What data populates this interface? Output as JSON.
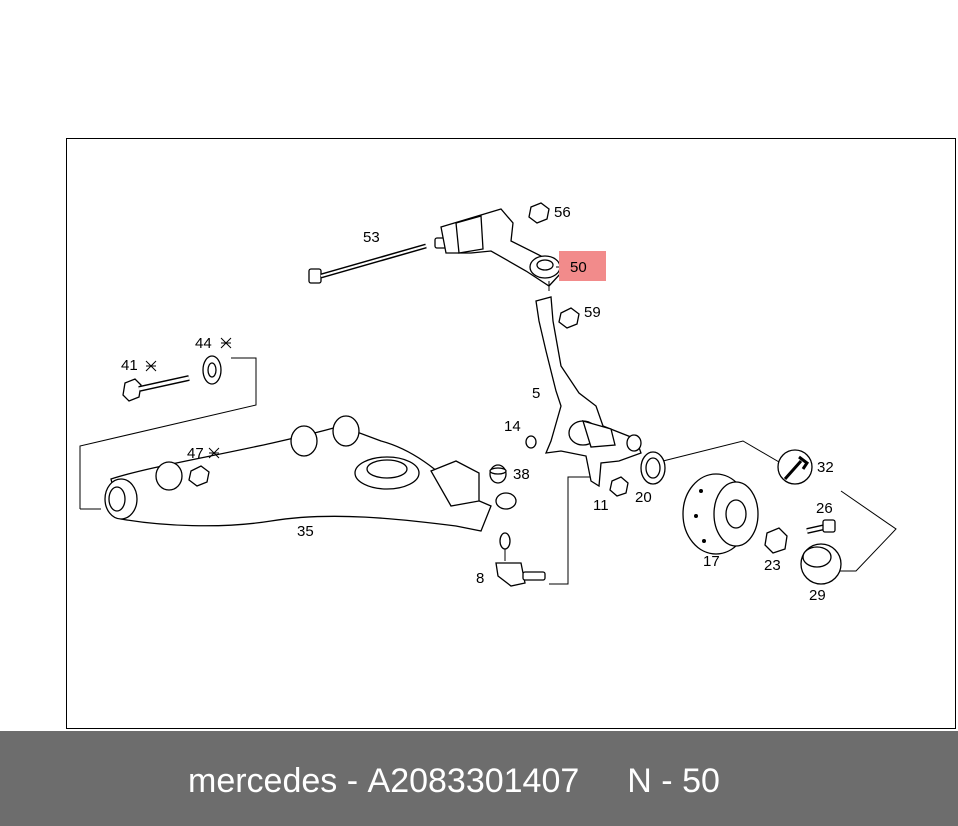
{
  "colors": {
    "highlight": "#f28b8b",
    "footer_bg": "#6d6d6d",
    "footer_text": "#ffffff"
  },
  "callouts": [
    {
      "id": "c56",
      "text": "56"
    },
    {
      "id": "c53",
      "text": "53"
    },
    {
      "id": "c50",
      "text": "50",
      "highlighted": true
    },
    {
      "id": "c59",
      "text": "59"
    },
    {
      "id": "c44",
      "text": "44"
    },
    {
      "id": "c41",
      "text": "41"
    },
    {
      "id": "c5",
      "text": "5"
    },
    {
      "id": "c14",
      "text": "14"
    },
    {
      "id": "c47",
      "text": "47"
    },
    {
      "id": "c38",
      "text": "38"
    },
    {
      "id": "c32",
      "text": "32"
    },
    {
      "id": "c11",
      "text": "11"
    },
    {
      "id": "c20",
      "text": "20"
    },
    {
      "id": "c26",
      "text": "26"
    },
    {
      "id": "c35",
      "text": "35"
    },
    {
      "id": "c17",
      "text": "17"
    },
    {
      "id": "c23",
      "text": "23"
    },
    {
      "id": "c8",
      "text": "8"
    },
    {
      "id": "c29",
      "text": "29"
    }
  ],
  "footer": {
    "brand": "mercedes",
    "separator": "-",
    "part_number": "A2083301407",
    "position_label": "N - 50"
  }
}
